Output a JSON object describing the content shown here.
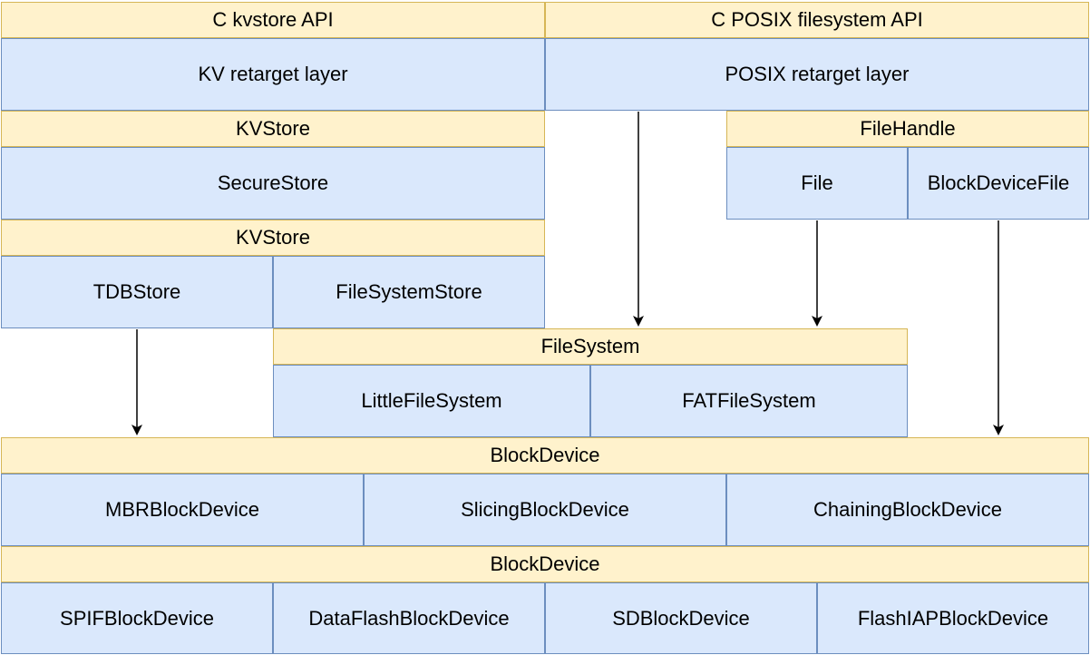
{
  "diagram": {
    "boxes": {
      "c_kvstore_api": "C kvstore API",
      "c_posix_api": "C POSIX filesystem API",
      "kv_retarget": "KV retarget layer",
      "posix_retarget": "POSIX retarget layer",
      "kvstore_top": "KVStore",
      "filehandle": "FileHandle",
      "securestore": "SecureStore",
      "file": "File",
      "blockdevicefile": "BlockDeviceFile",
      "kvstore_mid": "KVStore",
      "tdbstore": "TDBStore",
      "filesystemstore": "FileSystemStore",
      "filesystem": "FileSystem",
      "littlefilesystem": "LittleFileSystem",
      "fatfilesystem": "FATFileSystem",
      "blockdevice_top": "BlockDevice",
      "mbrblockdevice": "MBRBlockDevice",
      "slicingblockdevice": "SlicingBlockDevice",
      "chainingblockdevice": "ChainingBlockDevice",
      "blockdevice_bottom": "BlockDevice",
      "spifblockdevice": "SPIFBlockDevice",
      "dataflashblockdevice": "DataFlashBlockDevice",
      "sdblockdevice": "SDBlockDevice",
      "flashiapblockdevice": "FlashIAPBlockDevice"
    },
    "colors": {
      "interface_fill": "#fff2cc",
      "interface_stroke": "#d6b656",
      "implementation_fill": "#dae8fc",
      "implementation_stroke": "#6c8ebf",
      "arrow": "#000000"
    }
  }
}
